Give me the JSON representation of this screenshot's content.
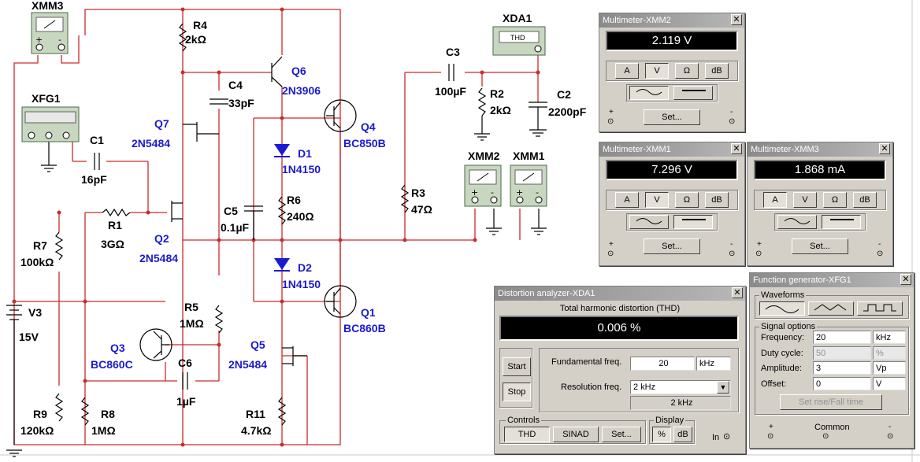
{
  "schematic": {
    "instruments": {
      "xmm3": "XMM3",
      "xfg1": "XFG1",
      "xda1": "XDA1",
      "xmm2": "XMM2",
      "xmm1": "XMM1",
      "xda_display": "THD"
    },
    "components": [
      {
        "ref": "R4",
        "value": "2kΩ"
      },
      {
        "ref": "Q6",
        "value": "2N3906"
      },
      {
        "ref": "C4",
        "value": "33pF"
      },
      {
        "ref": "Q7",
        "value": "2N5484"
      },
      {
        "ref": "Q4",
        "value": "BC850B"
      },
      {
        "ref": "D1",
        "value": "1N4150"
      },
      {
        "ref": "C1",
        "value": "16pF"
      },
      {
        "ref": "R1",
        "value": "3GΩ"
      },
      {
        "ref": "Q2",
        "value": "2N5484"
      },
      {
        "ref": "R6",
        "value": "240Ω"
      },
      {
        "ref": "C5",
        "value": "0.1µF"
      },
      {
        "ref": "R7",
        "value": "100kΩ"
      },
      {
        "ref": "D2",
        "value": "1N4150"
      },
      {
        "ref": "V3",
        "value": "15V"
      },
      {
        "ref": "R5",
        "value": "1MΩ"
      },
      {
        "ref": "Q1",
        "value": "BC860B"
      },
      {
        "ref": "Q3",
        "value": "BC860C"
      },
      {
        "ref": "Q5",
        "value": "2N5484"
      },
      {
        "ref": "C6",
        "value": "1µF"
      },
      {
        "ref": "R9",
        "value": "120kΩ"
      },
      {
        "ref": "R8",
        "value": "1MΩ"
      },
      {
        "ref": "R11",
        "value": "4.7kΩ"
      },
      {
        "ref": "C3",
        "value": "100µF"
      },
      {
        "ref": "R2",
        "value": "2kΩ"
      },
      {
        "ref": "C2",
        "value": "2200pF"
      },
      {
        "ref": "R3",
        "value": "47Ω"
      }
    ],
    "terminal_plus": "+",
    "terminal_minus": "-"
  },
  "multimeters": [
    {
      "title": "Multimeter-XMM2",
      "reading": "2.119 V",
      "mode": "V",
      "buttons": [
        "A",
        "V",
        "Ω",
        "dB"
      ],
      "set": "Set...",
      "plus": "+",
      "minus": "-"
    },
    {
      "title": "Multimeter-XMM1",
      "reading": "7.296 V",
      "mode": "V",
      "buttons": [
        "A",
        "V",
        "Ω",
        "dB"
      ],
      "set": "Set...",
      "plus": "+",
      "minus": "-"
    },
    {
      "title": "Multimeter-XMM3",
      "reading": "1.868 mA",
      "mode": "A",
      "buttons": [
        "A",
        "V",
        "Ω",
        "dB"
      ],
      "set": "Set...",
      "plus": "+",
      "minus": "-"
    }
  ],
  "distortion": {
    "title": "Distortion analyzer-XDA1",
    "heading": "Total harmonic distortion (THD)",
    "reading": "0.006 %",
    "start": "Start",
    "stop": "Stop",
    "fund_label": "Fundamental freq.",
    "fund_value": "20",
    "fund_unit": "kHz",
    "res_label": "Resolution freq.",
    "res_value": "2 kHz",
    "res_readout": "2 kHz",
    "controls_label": "Controls",
    "thd": "THD",
    "sinad": "SINAD",
    "set": "Set...",
    "display_label": "Display",
    "pct": "%",
    "db": "dB",
    "in": "In"
  },
  "fgen": {
    "title": "Function generator-XFG1",
    "waveforms_label": "Waveforms",
    "signal_label": "Signal options",
    "rows": [
      {
        "label": "Frequency:",
        "value": "20",
        "unit": "kHz",
        "disabled": false
      },
      {
        "label": "Duty cycle:",
        "value": "50",
        "unit": "%",
        "disabled": true
      },
      {
        "label": "Amplitude:",
        "value": "3",
        "unit": "Vp",
        "disabled": false
      },
      {
        "label": "Offset:",
        "value": "0",
        "unit": "V",
        "disabled": false
      }
    ],
    "setrise": "Set rise/Fall time",
    "plus": "+",
    "common": "Common",
    "minus": "-"
  },
  "colors": {
    "wire": "#cc2a2a",
    "component_label": "#1a1ad0",
    "panel": "#d4d0c8"
  }
}
